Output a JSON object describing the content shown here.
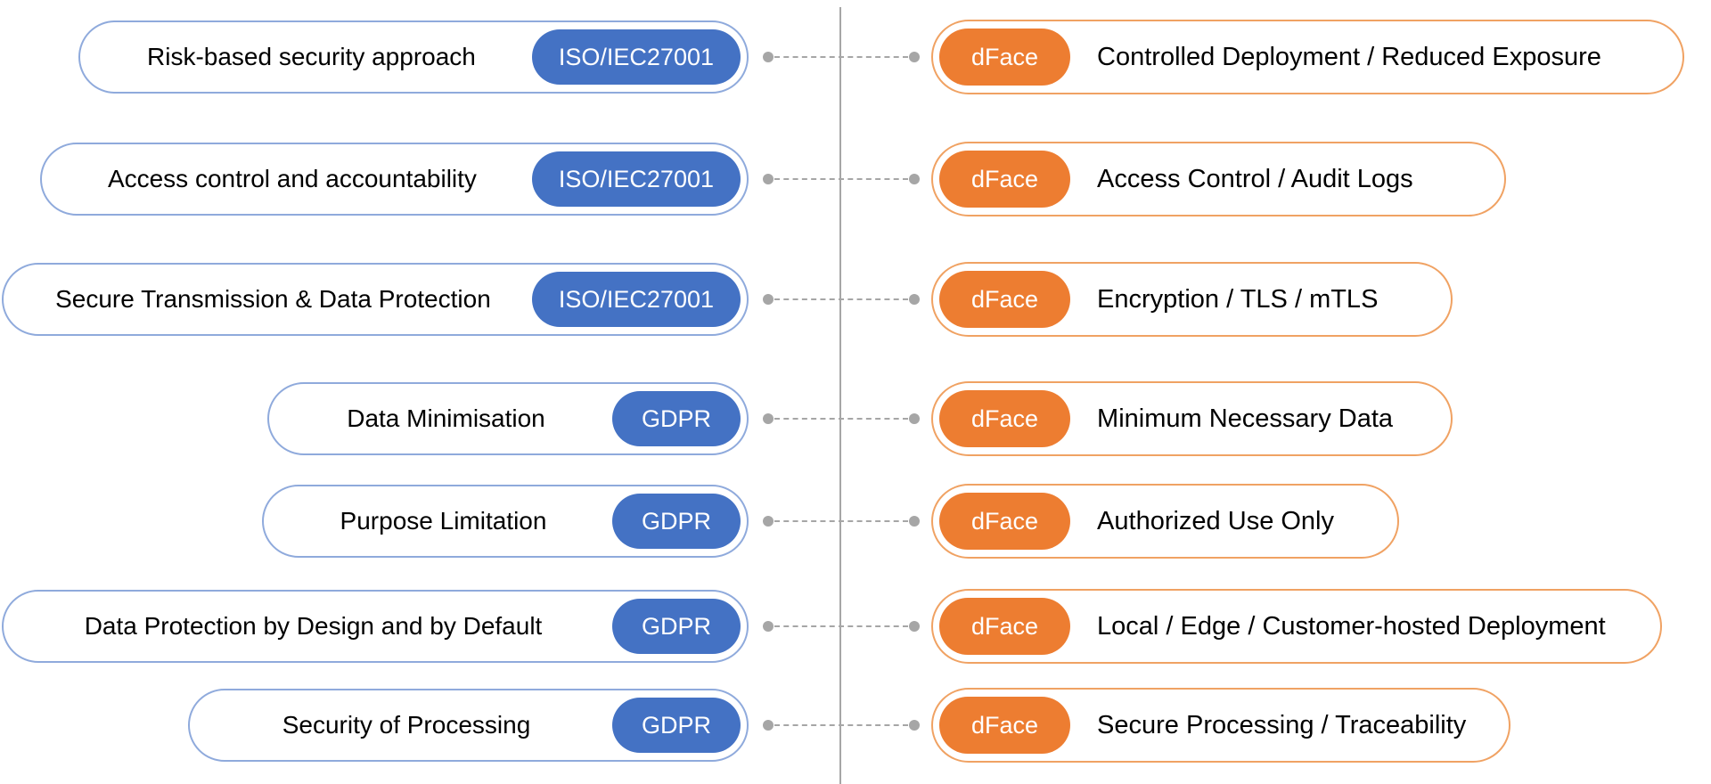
{
  "diagram": {
    "left_column_type": "compliance-requirements",
    "right_column_type": "product-capabilities",
    "product_name": "dFace",
    "rows": [
      {
        "requirement": "Risk-based security approach",
        "standard": "ISO/IEC27001",
        "product": "dFace",
        "capability": "Controlled Deployment / Reduced Exposure"
      },
      {
        "requirement": "Access control and accountability",
        "standard": "ISO/IEC27001",
        "product": "dFace",
        "capability": "Access Control / Audit Logs"
      },
      {
        "requirement": "Secure Transmission & Data Protection",
        "standard": "ISO/IEC27001",
        "product": "dFace",
        "capability": "Encryption / TLS / mTLS"
      },
      {
        "requirement": "Data Minimisation",
        "standard": "GDPR",
        "product": "dFace",
        "capability": "Minimum Necessary Data"
      },
      {
        "requirement": "Purpose Limitation",
        "standard": "GDPR",
        "product": "dFace",
        "capability": "Authorized Use Only"
      },
      {
        "requirement": "Data Protection by Design and by Default",
        "standard": "GDPR",
        "product": "dFace",
        "capability": "Local / Edge / Customer-hosted Deployment"
      },
      {
        "requirement": "Security of Processing",
        "standard": "GDPR",
        "product": "dFace",
        "capability": "Secure Processing / Traceability"
      }
    ],
    "colors": {
      "standard_badge": "#4472C4",
      "standard_pill_border": "#8FAADC",
      "product_badge": "#ED7D31",
      "product_pill_border": "#F0A263",
      "connector": "#A6A6A6",
      "divider": "#A6A6A6",
      "text": "#000000",
      "badge_text": "#FFFFFF"
    }
  }
}
